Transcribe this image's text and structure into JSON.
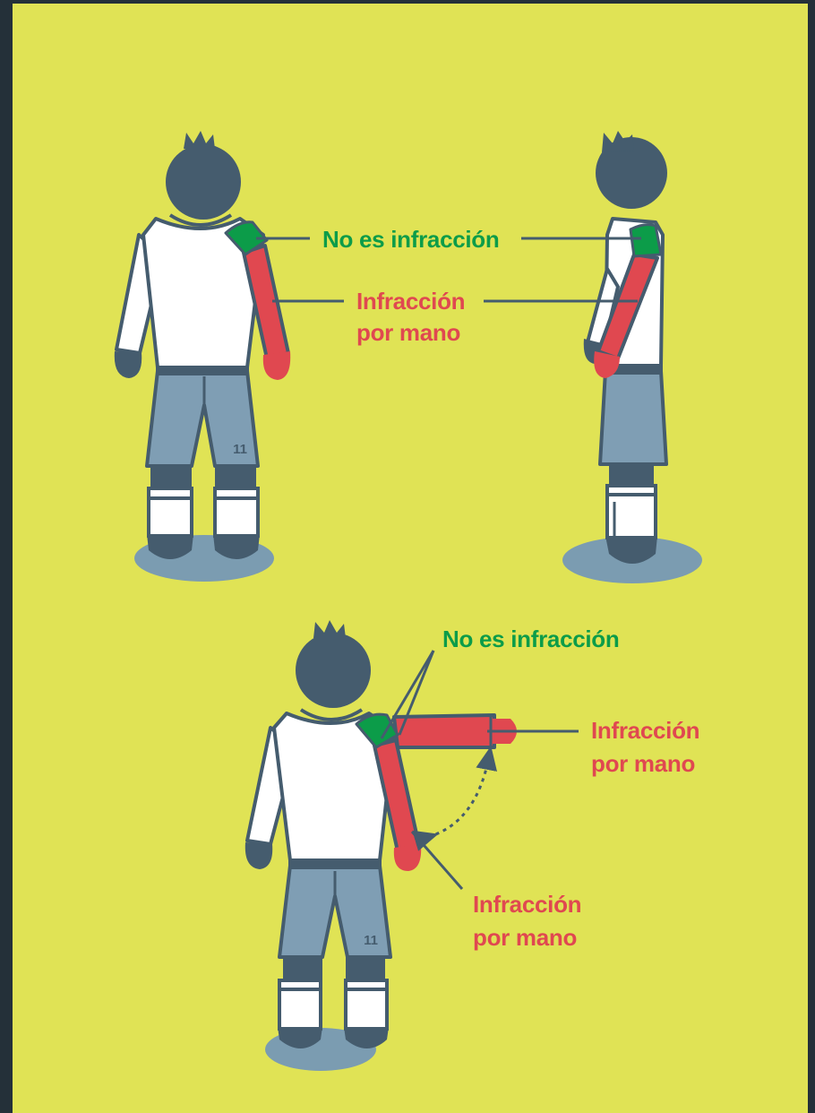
{
  "labels": {
    "top_no_infraction": "No es infracción",
    "top_infraction_line1": "Infracción",
    "top_infraction_line2": "por mano",
    "bottom_no_infraction": "No es infracción",
    "bottom_arm_out_line1": "Infracción",
    "bottom_arm_out_line2": "por mano",
    "bottom_arm_down_line1": "Infracción",
    "bottom_arm_down_line2": "por mano"
  },
  "jersey_number": "11",
  "colors": {
    "background": "#e0e355",
    "frame": "#243039",
    "no_infraction": "#0c9c49",
    "infraction": "#e04850",
    "outline": "#455c6e",
    "shorts": "#7f9eb4",
    "shadow": "#7b9cb1",
    "shirt": "#ffffff"
  }
}
